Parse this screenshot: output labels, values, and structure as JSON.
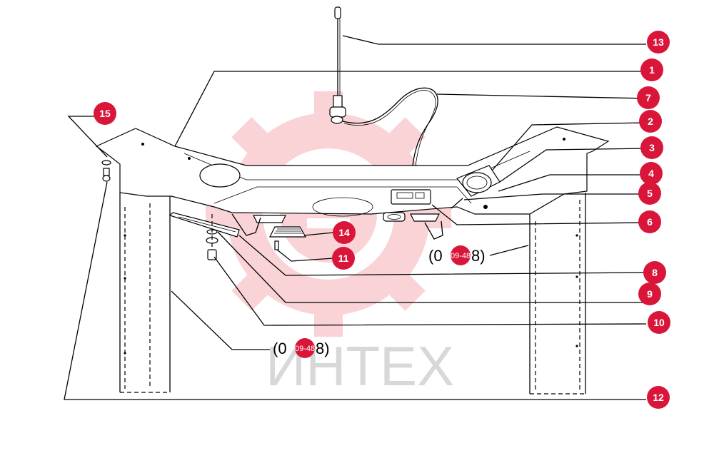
{
  "callouts": [
    {
      "label": "13"
    },
    {
      "label": "1"
    },
    {
      "label": "7"
    },
    {
      "label": "2"
    },
    {
      "label": "3"
    },
    {
      "label": "4"
    },
    {
      "label": "5"
    },
    {
      "label": "6"
    },
    {
      "label": "14"
    },
    {
      "label": "11"
    },
    {
      "label": "8"
    },
    {
      "label": "9"
    },
    {
      "label": "10"
    },
    {
      "label": "12"
    },
    {
      "label": "15"
    }
  ],
  "references": [
    {
      "open": "(0",
      "badge": "09-48",
      "close": "8)"
    },
    {
      "open": "(0",
      "badge": "09-48",
      "close": "8)"
    }
  ],
  "watermark": {
    "text": "ИНТЕХ",
    "color": "#f3a0a6"
  },
  "colors": {
    "callout": "#d9163a",
    "lines": "#000000"
  }
}
